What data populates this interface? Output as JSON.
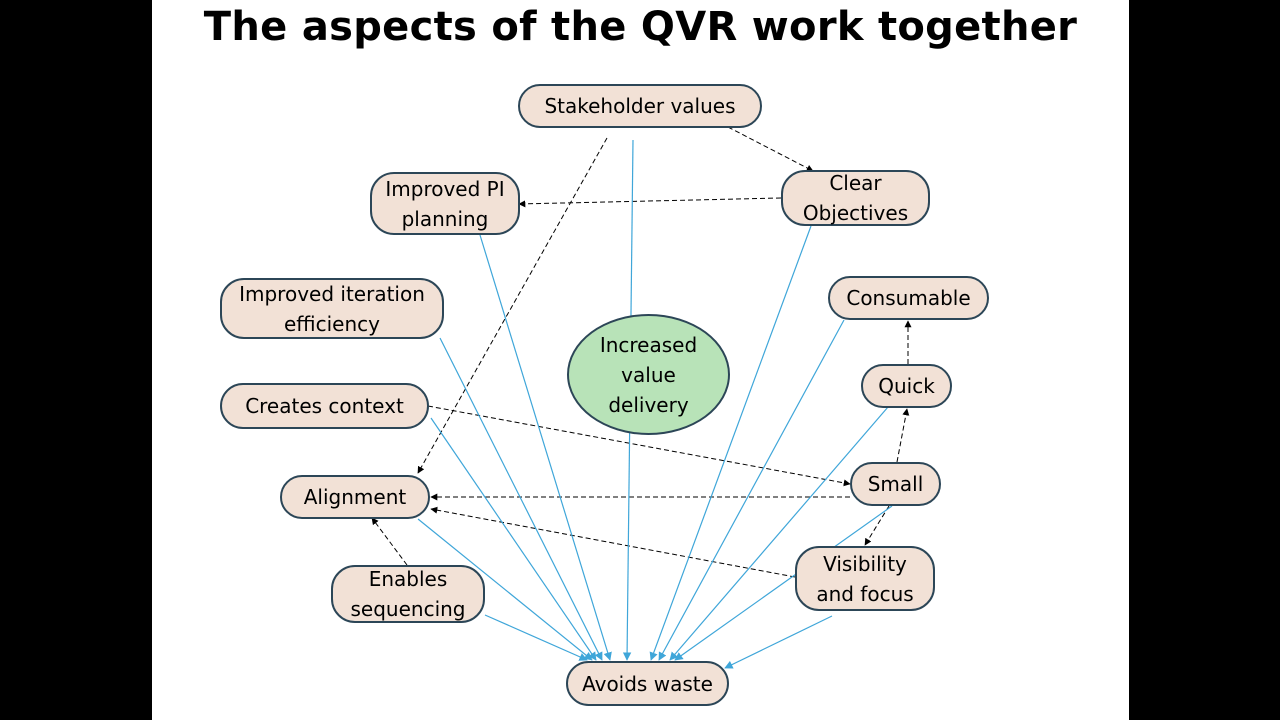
{
  "title": "The aspects of the QVR work together",
  "colors": {
    "node_fill": "#f2e1d6",
    "node_border": "#2c4657",
    "center_fill": "#b8e3b8",
    "solid_edge": "#3fa6d9",
    "dashed_edge": "#000000"
  },
  "nodes": {
    "stakeholder_values": "Stakeholder values",
    "improved_pi_planning": "Improved PI\nplanning",
    "clear_objectives": "Clear\nObjectives",
    "improved_iteration_efficiency": "Improved iteration\nefficiency",
    "consumable": "Consumable",
    "increased_value_delivery": "Increased\nvalue\ndelivery",
    "quick": "Quick",
    "creates_context": "Creates context",
    "small": "Small",
    "alignment": "Alignment",
    "enables_sequencing": "Enables\nsequencing",
    "visibility_and_focus": "Visibility\nand focus",
    "avoids_waste": "Avoids waste"
  },
  "edges": [
    {
      "from": "stakeholder_values",
      "to": "clear_objectives",
      "style": "dashed"
    },
    {
      "from": "clear_objectives",
      "to": "improved_pi_planning",
      "style": "dashed"
    },
    {
      "from": "stakeholder_values",
      "to": "alignment",
      "style": "dashed"
    },
    {
      "from": "creates_context",
      "to": "small",
      "style": "dashed"
    },
    {
      "from": "small",
      "to": "alignment",
      "style": "dashed"
    },
    {
      "from": "visibility_and_focus",
      "to": "alignment",
      "style": "dashed"
    },
    {
      "from": "small",
      "to": "quick",
      "style": "dashed"
    },
    {
      "from": "quick",
      "to": "consumable",
      "style": "dashed"
    },
    {
      "from": "small",
      "to": "visibility_and_focus",
      "style": "dashed"
    },
    {
      "from": "enables_sequencing",
      "to": "alignment",
      "style": "dashed"
    },
    {
      "from": "stakeholder_values",
      "to": "avoids_waste",
      "style": "solid"
    },
    {
      "from": "improved_pi_planning",
      "to": "avoids_waste",
      "style": "solid"
    },
    {
      "from": "clear_objectives",
      "to": "avoids_waste",
      "style": "solid"
    },
    {
      "from": "improved_iteration_efficiency",
      "to": "avoids_waste",
      "style": "solid"
    },
    {
      "from": "consumable",
      "to": "avoids_waste",
      "style": "solid"
    },
    {
      "from": "quick",
      "to": "avoids_waste",
      "style": "solid"
    },
    {
      "from": "creates_context",
      "to": "avoids_waste",
      "style": "solid"
    },
    {
      "from": "small",
      "to": "avoids_waste",
      "style": "solid"
    },
    {
      "from": "alignment",
      "to": "avoids_waste",
      "style": "solid"
    },
    {
      "from": "enables_sequencing",
      "to": "avoids_waste",
      "style": "solid"
    },
    {
      "from": "visibility_and_focus",
      "to": "avoids_waste",
      "style": "solid"
    }
  ]
}
